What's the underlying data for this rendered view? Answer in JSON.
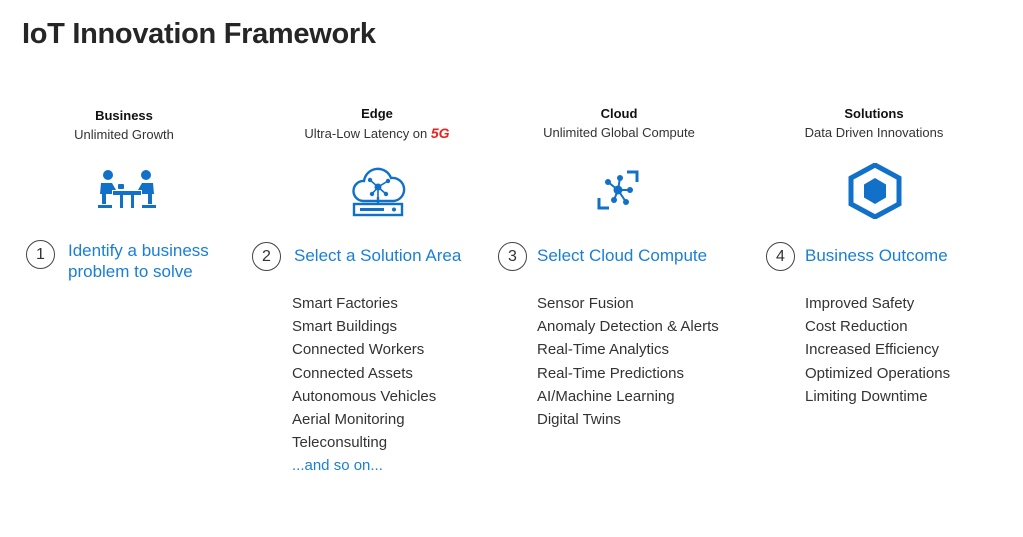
{
  "title": "IoT Innovation Framework",
  "columns": [
    {
      "heading": "Business",
      "subheading": "Unlimited Growth",
      "icon": "business-meeting-icon",
      "step_number": "1",
      "step_label": "Identify a business problem to solve",
      "items": []
    },
    {
      "heading": "Edge",
      "subheading": "Ultra-Low Latency on",
      "subheading_accent": "5G",
      "icon": "cloud-network-server-icon",
      "step_number": "2",
      "step_label": "Select a Solution Area",
      "items": [
        "Smart Factories",
        "Smart Buildings",
        "Connected Workers",
        "Connected Assets",
        "Autonomous Vehicles",
        "Aerial Monitoring",
        "Teleconsulting"
      ],
      "more": "...and so on..."
    },
    {
      "heading": "Cloud",
      "subheading": "Unlimited Global Compute",
      "icon": "iot-hub-icon",
      "step_number": "3",
      "step_label": "Select Cloud Compute",
      "items": [
        "Sensor Fusion",
        "Anomaly Detection & Alerts",
        "Real-Time Analytics",
        "Real-Time Predictions",
        "AI/Machine Learning",
        "Digital Twins"
      ]
    },
    {
      "heading": "Solutions",
      "subheading": "Data Driven Innovations",
      "icon": "hexagon-cube-icon",
      "step_number": "4",
      "step_label": "Business Outcome",
      "items": [
        "Improved Safety",
        "Cost Reduction",
        "Increased Efficiency",
        "Optimized Operations",
        "Limiting Downtime"
      ]
    }
  ],
  "colors": {
    "accent_blue": "#1a7fd4",
    "accent_red": "#e8231f",
    "icon_blue": "#1170c8"
  }
}
